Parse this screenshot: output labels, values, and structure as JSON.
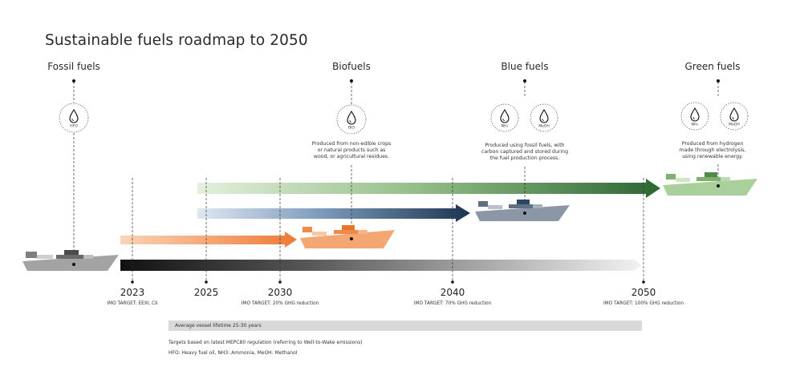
{
  "title": "Sustainable fuels roadmap to 2050",
  "categories": [
    {
      "key": "fossil",
      "label": "Fossil fuels",
      "icons": [
        "HFO"
      ],
      "description": []
    },
    {
      "key": "bio",
      "label": "Biofuels",
      "icons": [
        "BIO"
      ],
      "description": [
        "Produced from non-edible crops",
        "or natural products such as",
        "wood, or agricultural residues."
      ]
    },
    {
      "key": "blue",
      "label": "Blue fuels",
      "icons": [
        "NH₃",
        "MeOH"
      ],
      "description": [
        "Produced using fossil fuels, with",
        "carbon captured and stored during",
        "the fuel production process."
      ]
    },
    {
      "key": "green",
      "label": "Green fuels",
      "icons": [
        "NH₃",
        "MeOH"
      ],
      "description": [
        "Produced from hydrogen",
        "made through electrolysis,",
        "using renewable energy."
      ]
    }
  ],
  "years": [
    {
      "label": "2023",
      "target": "IMO TARGET: EEXI, CII"
    },
    {
      "label": "2025",
      "target": ""
    },
    {
      "label": "2030",
      "target": "IMO TARGET: 20% GHG reduction"
    },
    {
      "label": "2040",
      "target": "IMO TARGET: 70% GHG reduction"
    },
    {
      "label": "2050",
      "target": "IMO TARGET: 100% GHG reduction"
    }
  ],
  "lifetime": "Average vessel lifetime 25-30 years",
  "notes": [
    "Targets based on latest MEPC80 regulation (referring to Well-to-Wake emissions)",
    "HFO: Heavy fuel oil, NH3: Ammonia, MeOH: Methanol"
  ],
  "colors": {
    "fossil": "#1a1a1a",
    "bio": "#f08a4b",
    "blue": "#1f3b57",
    "green": "#2d6b35",
    "ship_fossil": "#9a9a9a",
    "ship_bio": "#f3a36b",
    "ship_blue": "#8a96a6",
    "ship_green": "#a9cf9a"
  }
}
